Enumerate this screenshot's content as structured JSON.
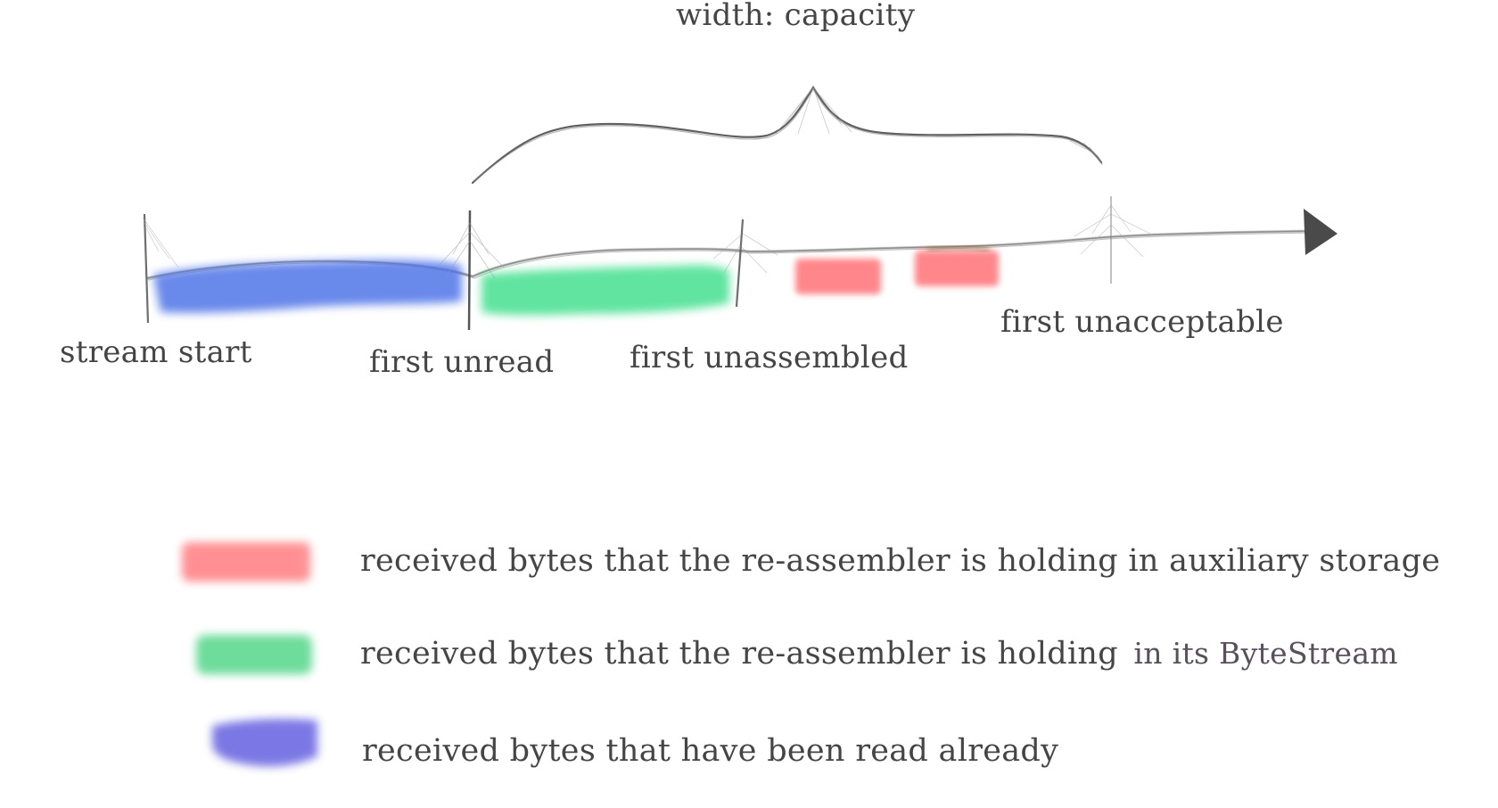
{
  "title": "width: capacity",
  "markers": {
    "stream_start": "stream start",
    "first_unread": "first unread",
    "first_unassembled": "first unassembled",
    "first_unacceptable": "first unacceptable"
  },
  "legend": [
    {
      "id": "auxiliary",
      "color": "#ff6b6e",
      "text": "received bytes that the re-assembler is holding in auxiliary storage"
    },
    {
      "id": "bytestream",
      "color": "#55d68a",
      "text_main": "received bytes that the re-assembler is holding",
      "text_tail": "in its ByteStream"
    },
    {
      "id": "read",
      "color": "#6560e0",
      "text": "received bytes that have been read already"
    }
  ],
  "colors": {
    "read": "#4f74e8",
    "bytestream": "#45e08f",
    "auxiliary": "#ff6b70",
    "line": "#555555",
    "text": "#454545"
  }
}
